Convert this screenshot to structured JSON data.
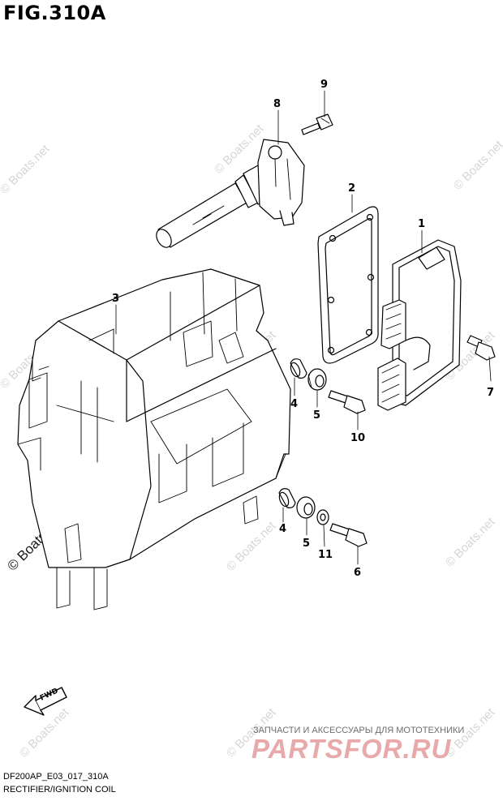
{
  "figure": {
    "title": "FIG.310A"
  },
  "callouts": [
    {
      "id": "c8",
      "label": "8"
    },
    {
      "id": "c9",
      "label": "9"
    },
    {
      "id": "c2",
      "label": "2"
    },
    {
      "id": "c1",
      "label": "1"
    },
    {
      "id": "c3",
      "label": "3"
    },
    {
      "id": "c7",
      "label": "7"
    },
    {
      "id": "c4a",
      "label": "4"
    },
    {
      "id": "c5a",
      "label": "5"
    },
    {
      "id": "c10",
      "label": "10"
    },
    {
      "id": "c4b",
      "label": "4"
    },
    {
      "id": "c5b",
      "label": "5"
    },
    {
      "id": "c11",
      "label": "11"
    },
    {
      "id": "c6",
      "label": "6"
    }
  ],
  "fwd_label": "FWD",
  "watermark": {
    "text": "© Boats.net"
  },
  "footer": {
    "model_code": "DF200AP_E03_017_310A",
    "description": "RECTIFIER/IGNITION COIL"
  },
  "promo": {
    "tagline": "ЗАПЧАСТИ И АКСЕССУАРЫ ДЛЯ МОТОТЕХНИКИ",
    "brand": "PARTSFOR.RU"
  },
  "colors": {
    "line": "#000000",
    "watermark": "#d6d6d6",
    "promo": "#e8a9ab"
  }
}
